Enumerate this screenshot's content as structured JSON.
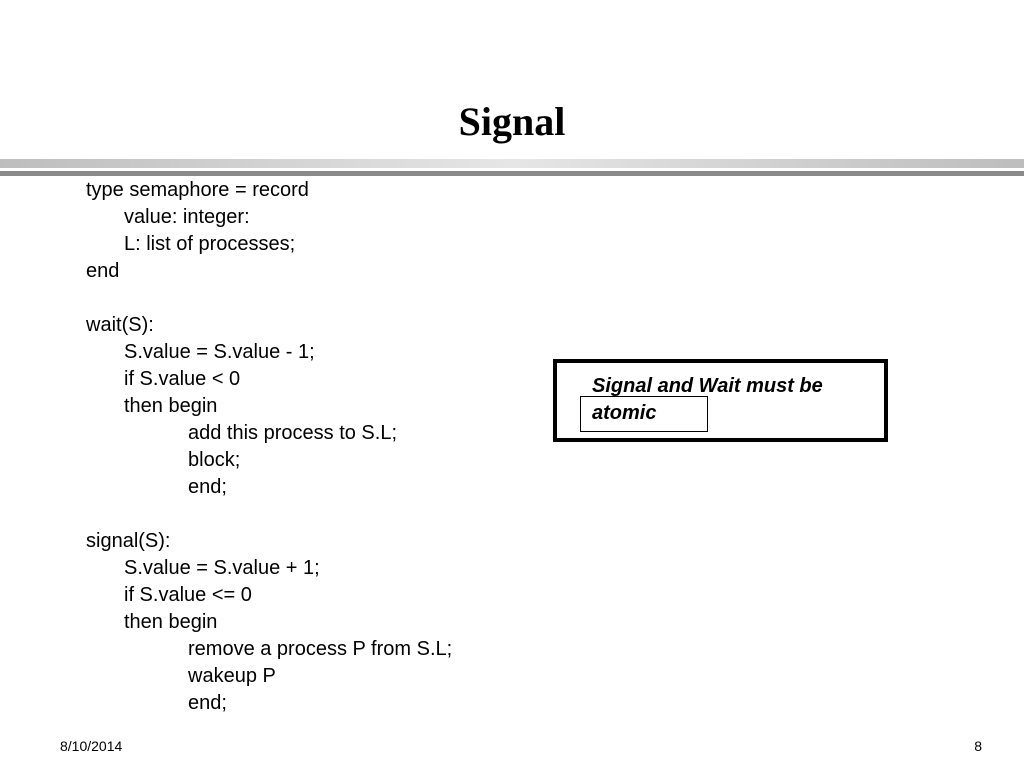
{
  "slide": {
    "title": "Signal",
    "code_lines": [
      "type semaphore = record",
      "value: integer:",
      "L: list of processes;",
      "end",
      "",
      "wait(S):",
      "S.value = S.value - 1;",
      "if S.value < 0",
      "then begin",
      "add this process to S.L;",
      "block;",
      "end;",
      "",
      "signal(S):",
      "S.value = S.value + 1;",
      "if S.value <= 0",
      "then begin",
      "remove a process P from S.L;",
      "wakeup P",
      "end;"
    ],
    "note": "Signal and Wait must be atomic",
    "footer": {
      "date": "8/10/2014",
      "page_number": "8"
    }
  }
}
